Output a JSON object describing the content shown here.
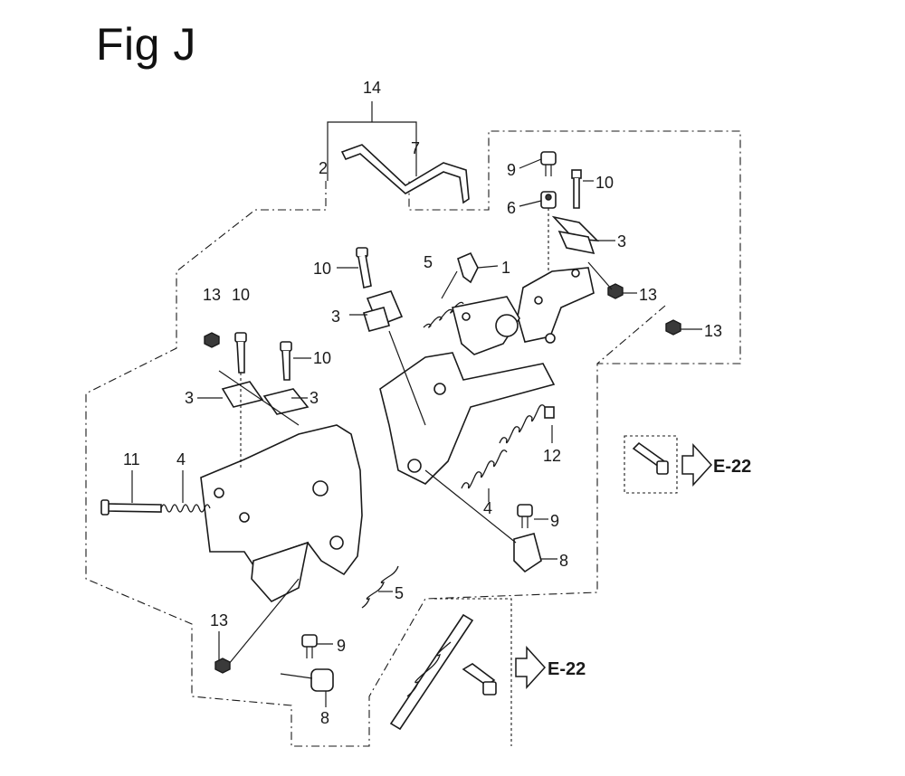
{
  "figure": {
    "title": "Fig J",
    "callouts": {
      "c14": "14",
      "c2": "2",
      "c7": "7",
      "c9a": "9",
      "c10a": "10",
      "c6": "6",
      "c3a": "3",
      "c13a": "13",
      "c13b": "13",
      "c10b": "10",
      "c5a": "5",
      "c1": "1",
      "c3b": "3",
      "c13c": "13",
      "c10c": "10",
      "c10d": "10",
      "c3c": "3",
      "c3d": "3",
      "c12": "12",
      "c11": "11",
      "c4a": "4",
      "c4b": "4",
      "c9b": "9",
      "c8a": "8",
      "c5b": "5",
      "c13d": "13",
      "c9c": "9",
      "c8b": "8"
    },
    "references": {
      "ref1": "E-22",
      "ref2": "E-22"
    }
  }
}
